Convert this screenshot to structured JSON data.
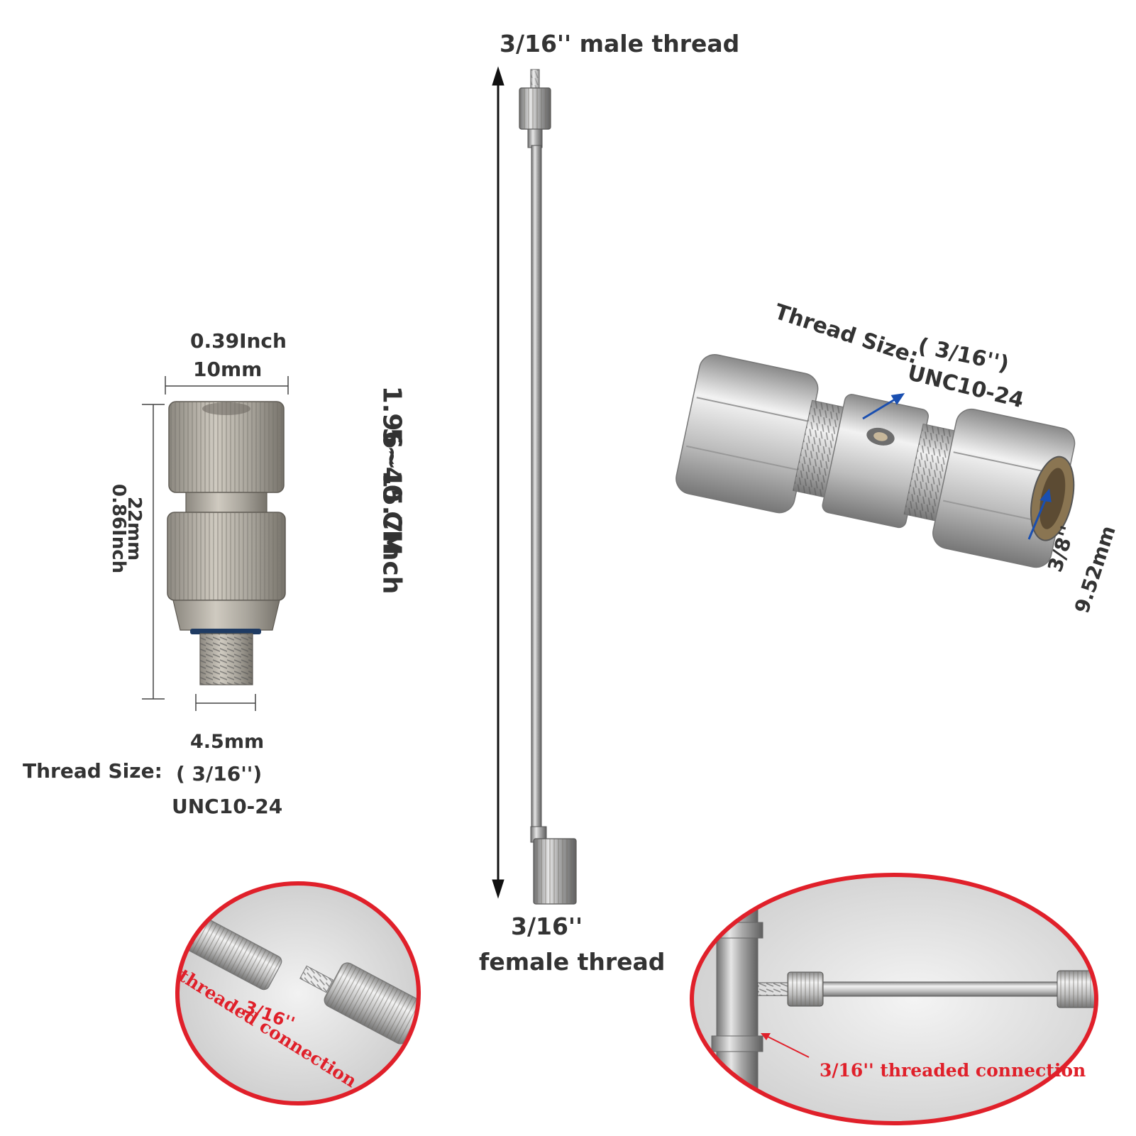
{
  "rod": {
    "top_label": "3/16'' male thread",
    "length_cm": "5~40 CM",
    "length_inch": "1.96~15.7Inch",
    "bottom_label_1": "3/16''",
    "bottom_label_2": "female thread"
  },
  "nozzle": {
    "width_inch": "0.39Inch",
    "width_mm": "10mm",
    "height_mm": "22mm",
    "height_inch": "0.86Inch",
    "thread_mm": "4.5mm",
    "thread_size_label": "Thread Size:",
    "thread_size_value": "( 3/16'')",
    "thread_spec": "UNC10-24"
  },
  "connector": {
    "thread_size_label": "Thread Size:",
    "thread_size_value": "( 3/16'')",
    "thread_spec": "UNC10-24",
    "bore_inch": "3/8''",
    "bore_mm": "9.52mm"
  },
  "inset_left": {
    "size": "3/16''",
    "caption": "threaded connection"
  },
  "inset_right": {
    "caption": "3/16'' threaded connection"
  },
  "colors": {
    "accent_red": "#e0202a",
    "annotation_blue": "#1a4fb0",
    "metal": "#b9b9b9",
    "text": "#333333"
  }
}
